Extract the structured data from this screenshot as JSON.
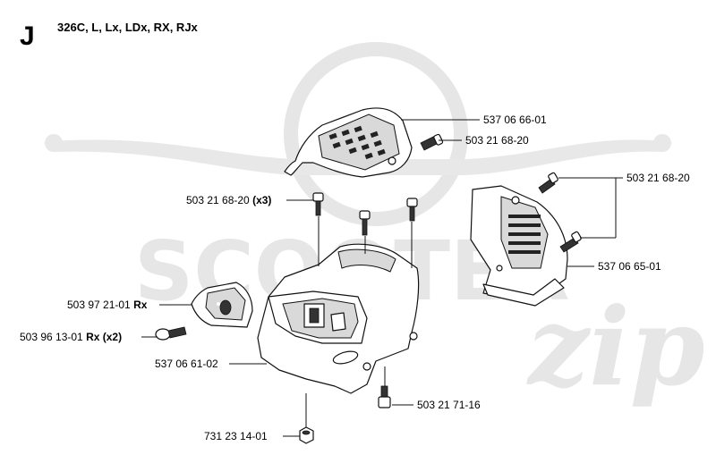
{
  "header": {
    "section": "J",
    "models": "326C, L, Lx, LDx, RX, RJx"
  },
  "watermark": {
    "word": "SCOOTER",
    "script": "zip"
  },
  "parts": [
    {
      "id": "p1",
      "number": "537 06 66-01",
      "suffix": ""
    },
    {
      "id": "p2",
      "number": "503 21 68-20",
      "suffix": ""
    },
    {
      "id": "p3",
      "number": "503 21 68-20",
      "suffix": ""
    },
    {
      "id": "p4",
      "number": "503 21 68-20",
      "suffix": "(x3)"
    },
    {
      "id": "p5",
      "number": "537 06 65-01",
      "suffix": ""
    },
    {
      "id": "p6",
      "number": "503 97 21-01",
      "suffix": "Rx"
    },
    {
      "id": "p7",
      "number": "503 96 13-01",
      "suffix": "Rx (x2)"
    },
    {
      "id": "p8",
      "number": "537 06 61-02",
      "suffix": ""
    },
    {
      "id": "p9",
      "number": "503 21 71-16",
      "suffix": ""
    },
    {
      "id": "p10",
      "number": "731 23 14-01",
      "suffix": ""
    }
  ],
  "colors": {
    "line": "#111111",
    "watermark": "#e4e4e4"
  }
}
